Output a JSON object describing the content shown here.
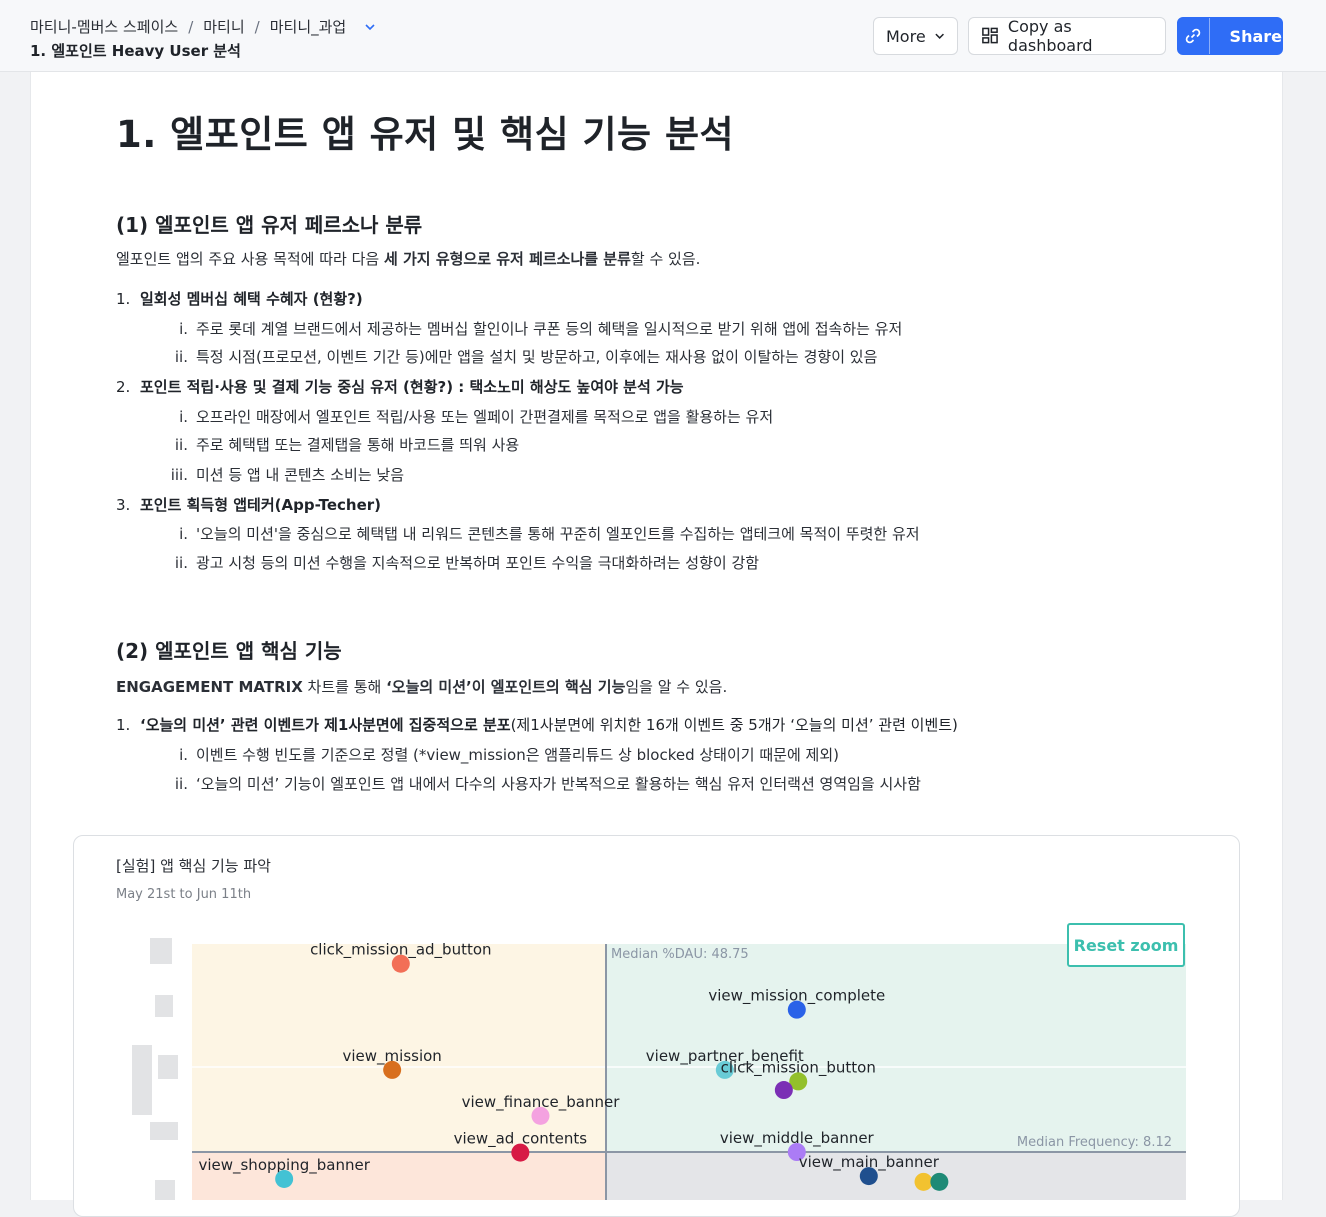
{
  "header": {
    "breadcrumb": [
      "마티니-멤버스 스페이스",
      "마티니",
      "마티니_과업"
    ],
    "separator": "/",
    "subtitle": "1. 엘포인트 Heavy User 분석",
    "more_label": "More",
    "copy_label": "Copy as dashboard",
    "share_label": "Share",
    "share_color": "#2f6df6"
  },
  "doc": {
    "title": "1. 엘포인트 앱 유저 및 핵심 기능 분석",
    "s1": {
      "heading": "(1) 엘포인트 앱 유저 페르소나 분류",
      "intro_pre": "엘포인트 앱의 주요 사용 목적에 따라 다음 ",
      "intro_bold": "세 가지 유형으로 유저 페르소나를 분류",
      "intro_post": "할 수 있음.",
      "items": [
        {
          "num": "1.",
          "text": "일회성 멤버십 혜택 수혜자  (현황?)",
          "subs": [
            {
              "num": "i.",
              "text": "주로 롯데 계열 브랜드에서 제공하는 멤버십 할인이나 쿠폰 등의 혜택을 일시적으로 받기 위해 앱에 접속하는 유저"
            },
            {
              "num": "ii.",
              "text": "특정 시점(프로모션, 이벤트 기간 등)에만 앱을 설치 및 방문하고, 이후에는 재사용 없이 이탈하는 경향이 있음"
            }
          ]
        },
        {
          "num": "2.",
          "text": "포인트 적립·사용 및 결제 기능 중심 유저 (현황?) : 택소노미 해상도 높여야 분석 가능",
          "subs": [
            {
              "num": "i.",
              "text": "오프라인 매장에서 엘포인트 적립/사용 또는 엘페이 간편결제를 목적으로 앱을 활용하는 유저"
            },
            {
              "num": "ii.",
              "text": "주로 혜택탭 또는 결제탭을 통해 바코드를 띄워 사용"
            },
            {
              "num": "iii.",
              "text": "미션 등 앱 내 콘텐츠 소비는 낮음"
            }
          ]
        },
        {
          "num": "3.",
          "text": "포인트 획득형 앱테커(App-Techer)",
          "subs": [
            {
              "num": "i.",
              "text": "'오늘의 미션'을 중심으로 혜택탭 내 리워드 콘텐츠를 통해 꾸준히 엘포인트를 수집하는 앱테크에 목적이 뚜렷한 유저"
            },
            {
              "num": "ii.",
              "text": "광고 시청 등의 미션 수행을 지속적으로 반복하며 포인트 수익을 극대화하려는 성향이 강함"
            }
          ]
        }
      ]
    },
    "s2": {
      "heading": "(2) 엘포인트 앱 핵심 기능",
      "intro_b1": "ENGAGEMENT MATRIX",
      "intro_m1": " 차트를 통해 ",
      "intro_b2": "‘오늘의 미션’이 엘포인트의 핵심 기능",
      "intro_post": "임을 알 수 있음.",
      "item_num": "1.",
      "item_bold": "‘오늘의 미션’ 관련 이벤트가 제1사분면에 집중적으로 분포",
      "item_rest": "(제1사분면에 위치한 16개 이벤트 중 5개가 ‘오늘의 미션’ 관련 이벤트)",
      "subs": [
        {
          "num": "i.",
          "text": "이벤트 수행 빈도를 기준으로 정렬 (*view_mission은 앰플리튜드 상 blocked 상태이기 때문에 제외)"
        },
        {
          "num": "ii.",
          "text": "‘오늘의 미션’ 기능이 엘포인트 앱 내에서 다수의 사용자가 반복적으로 활용하는 핵심 유저 인터랙션 영역임을 시사함"
        }
      ]
    }
  },
  "chart_card": {
    "title": "[실험] 앱 핵심 기능 파악",
    "date_range": "May 21st to Jun 11th",
    "reset_label": "Reset zoom"
  },
  "chart_data": {
    "type": "scatter",
    "median_dau_label": "Median %DAU: 48.75",
    "median_freq_label": "Median Frequency: 8.12",
    "median_dau": 48.75,
    "median_freq": 8.12,
    "quadrant_colors": {
      "top_left": "#fdf5e4",
      "top_right": "#e5f3ee",
      "bottom_left": "#fde6da",
      "bottom_right": "#e4e5e8"
    },
    "points": [
      {
        "name": "click_mission_ad_button",
        "color": "#f26f57",
        "dau": 34.5,
        "freq": 11.4
      },
      {
        "name": "view_mission_complete",
        "color": "#2a62e8",
        "dau": 62.0,
        "freq": 10.6
      },
      {
        "name": "view_mission",
        "color": "#d86f1e",
        "dau": 33.9,
        "freq": 9.55
      },
      {
        "name": "view_partner_benefit",
        "color": "#69cbd6",
        "dau": 57.0,
        "freq": 9.55
      },
      {
        "name": "click_mission_button",
        "color": "#93c02b",
        "dau": 62.1,
        "freq": 9.35
      },
      {
        "name": "view_finance_banner",
        "color": "#f4a2e0",
        "dau": 44.2,
        "freq": 8.75
      },
      {
        "name": "view_middle_banner",
        "color": "#ab7cf5",
        "dau": 62.0,
        "freq": 8.12
      },
      {
        "name": "view_ad_contents",
        "color": "#d71a45",
        "dau": 42.8,
        "freq": 8.11
      },
      {
        "name": "view_main_banner",
        "color": "#1f4f8e",
        "dau": 67.0,
        "freq": 7.7
      },
      {
        "name": "view_shopping_banner",
        "color": "#43c2d4",
        "dau": 26.4,
        "freq": 7.65
      },
      {
        "name": "",
        "color": "#7b2fb5",
        "dau": 61.1,
        "freq": 9.2
      },
      {
        "name": "",
        "color": "#f2c230",
        "dau": 70.8,
        "freq": 7.6
      },
      {
        "name": "",
        "color": "#1e8a76",
        "dau": 71.9,
        "freq": 7.6
      }
    ]
  }
}
